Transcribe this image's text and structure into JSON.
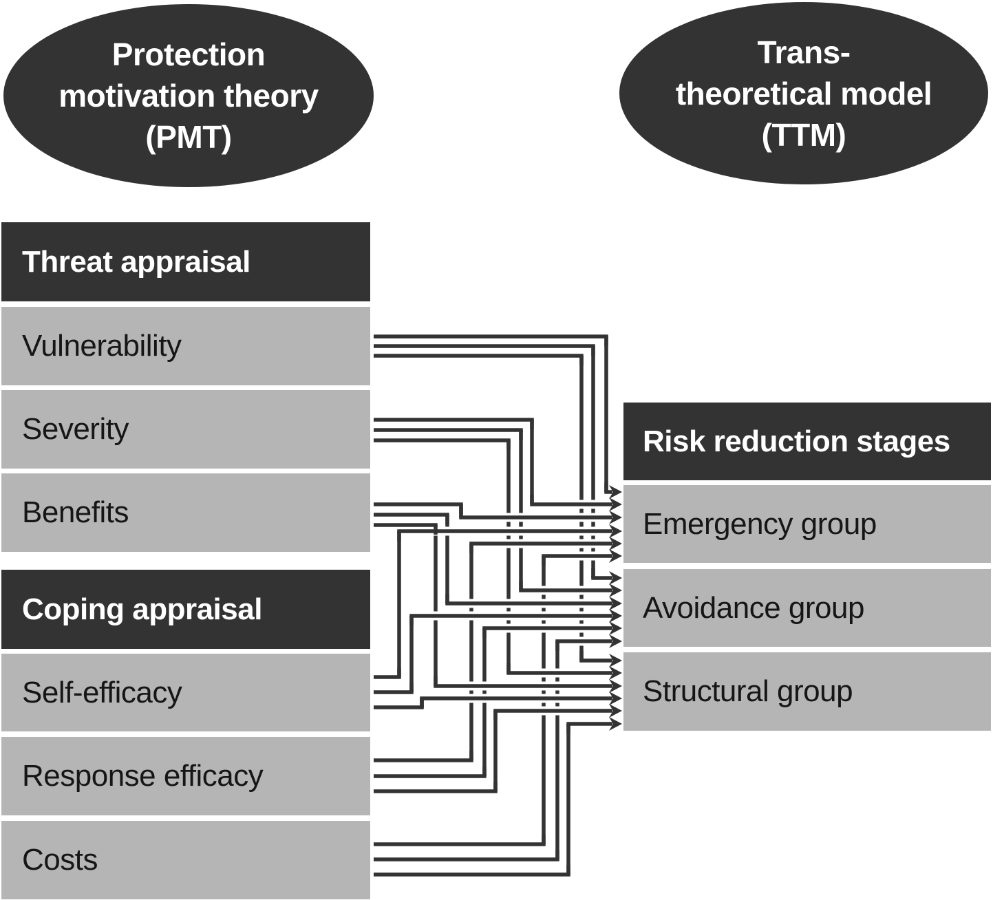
{
  "title_ellipses": {
    "pmt": {
      "lines": [
        "Protection",
        "motivation theory",
        "(PMT)"
      ]
    },
    "ttm": {
      "lines": [
        "Trans-",
        "theoretical model",
        "(TTM)"
      ]
    }
  },
  "pmt_column": {
    "sections": [
      {
        "id": "threat-header",
        "kind": "header",
        "label": "Threat appraisal"
      },
      {
        "id": "vulnerability",
        "kind": "item",
        "label": "Vulnerability"
      },
      {
        "id": "severity",
        "kind": "item",
        "label": "Severity"
      },
      {
        "id": "benefits",
        "kind": "item",
        "label": "Benefits"
      },
      {
        "id": "coping-header",
        "kind": "header",
        "label": "Coping appraisal"
      },
      {
        "id": "self-efficacy",
        "kind": "item",
        "label": "Self-efficacy"
      },
      {
        "id": "response-efficacy",
        "kind": "item",
        "label": "Response efficacy"
      },
      {
        "id": "costs",
        "kind": "item",
        "label": "Costs"
      }
    ]
  },
  "ttm_column": {
    "sections": [
      {
        "id": "risk-header",
        "kind": "header",
        "label": "Risk reduction stages"
      },
      {
        "id": "emergency",
        "kind": "item",
        "label": "Emergency group"
      },
      {
        "id": "avoidance",
        "kind": "item",
        "label": "Avoidance group"
      },
      {
        "id": "structural",
        "kind": "item",
        "label": "Structural group"
      }
    ]
  },
  "connections": [
    {
      "from": "vulnerability",
      "to": "emergency"
    },
    {
      "from": "vulnerability",
      "to": "avoidance"
    },
    {
      "from": "vulnerability",
      "to": "structural"
    },
    {
      "from": "severity",
      "to": "emergency"
    },
    {
      "from": "severity",
      "to": "avoidance"
    },
    {
      "from": "severity",
      "to": "structural"
    },
    {
      "from": "benefits",
      "to": "emergency"
    },
    {
      "from": "benefits",
      "to": "avoidance"
    },
    {
      "from": "benefits",
      "to": "structural"
    },
    {
      "from": "self-efficacy",
      "to": "emergency"
    },
    {
      "from": "self-efficacy",
      "to": "avoidance"
    },
    {
      "from": "self-efficacy",
      "to": "structural"
    },
    {
      "from": "response-efficacy",
      "to": "emergency"
    },
    {
      "from": "response-efficacy",
      "to": "avoidance"
    },
    {
      "from": "response-efficacy",
      "to": "structural"
    },
    {
      "from": "costs",
      "to": "emergency"
    },
    {
      "from": "costs",
      "to": "avoidance"
    },
    {
      "from": "costs",
      "to": "structural"
    }
  ],
  "colors": {
    "dark": "#333333",
    "gray": "#b5b5b5",
    "line": "#333333",
    "background": "#ffffff"
  }
}
